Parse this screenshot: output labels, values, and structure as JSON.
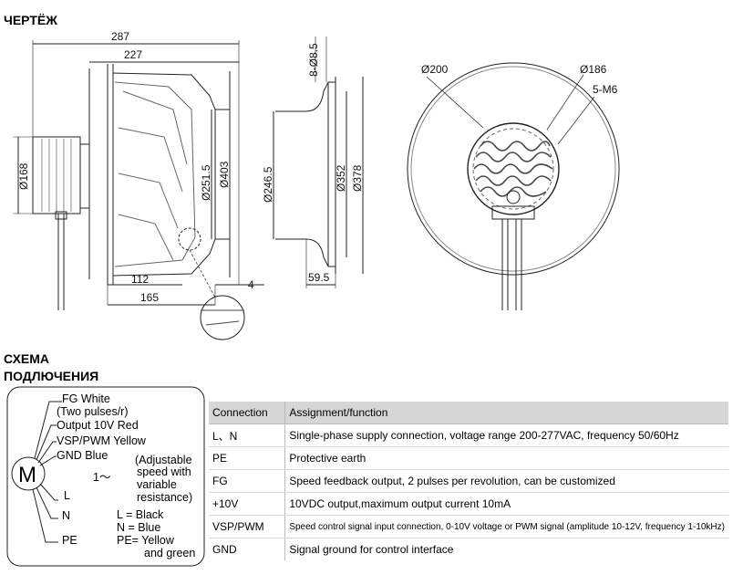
{
  "drawing": {
    "title": "ЧЕРТЁЖ",
    "side_view": {
      "dims": [
        "287",
        "227",
        "Ø168",
        "Ø251.5",
        "Ø403",
        "112",
        "165",
        "4"
      ]
    },
    "section_view": {
      "dims": [
        "8-Ø8.5",
        "Ø246.5",
        "Ø352",
        "Ø378",
        "59.5"
      ]
    },
    "front_view": {
      "dims": [
        "Ø200",
        "Ø186",
        "5-M6"
      ]
    }
  },
  "wiring": {
    "title_line1": "СХЕМА",
    "title_line2": "ПОДЛЮЧЕНИЯ",
    "motor_symbol": "M",
    "wires": [
      {
        "text": "FG  White"
      },
      {
        "text": "(Two pulses/r)"
      },
      {
        "text": "Output 10V Red"
      },
      {
        "text": "VSP/PWM Yellow"
      },
      {
        "text": "GND Blue"
      },
      {
        "text": "L"
      },
      {
        "text": "N"
      },
      {
        "text": "PE"
      }
    ],
    "tilde": "1～",
    "note": [
      "(Adjustable",
      "speed with",
      "variable",
      "resistance)"
    ],
    "legend": [
      "L = Black",
      "N = Blue",
      "PE= Yellow",
      "and green"
    ]
  },
  "table": {
    "headers": [
      "Connection",
      "Assignment/function"
    ],
    "rows": [
      {
        "connection": "L、N",
        "assignment": "Single-phase supply connection, voltage range 200-277VAC, frequency 50/60Hz"
      },
      {
        "connection": "PE",
        "assignment": "Protective earth"
      },
      {
        "connection": "FG",
        "assignment": "Speed feedback output, 2 pulses per revolution, can be customized"
      },
      {
        "connection": "+10V",
        "assignment": "10VDC output,maximum output current 10mA"
      },
      {
        "connection": "VSP/PWM",
        "assignment": "Speed control signal input connection, 0-10V voltage or PWM signal (amplitude 10-12V, frequency 1-10kHz)"
      },
      {
        "connection": "GND",
        "assignment": "Signal ground for control interface"
      }
    ]
  }
}
